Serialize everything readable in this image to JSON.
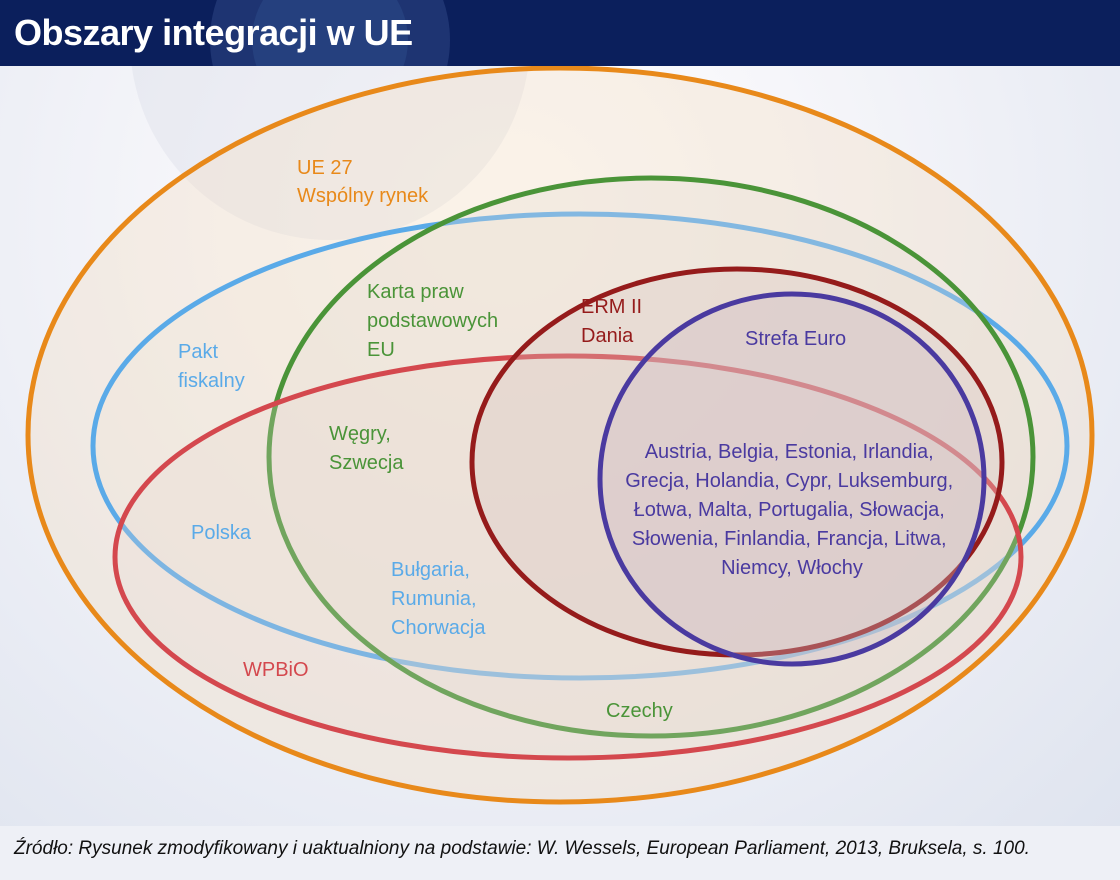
{
  "header": {
    "title": "Obszary integracji w UE"
  },
  "colors": {
    "ue27": "#e8891a",
    "pakt": "#5aaae8",
    "karta": "#4a9438",
    "wpbio": "#d4484e",
    "erm": "#951b1b",
    "euro": "#4a3aa0"
  },
  "diagram": {
    "ue27": {
      "line1": "UE 27",
      "line2": "Wspólny rynek"
    },
    "pakt": {
      "line1": "Pakt",
      "line2": "fiskalny"
    },
    "karta": {
      "line1": "Karta praw",
      "line2": "podstawowych",
      "line3": "EU"
    },
    "erm": {
      "line1": "ERM II",
      "line2": "Dania"
    },
    "euro": {
      "title": "Strefa Euro",
      "members": [
        "Austria, Belgia, Estonia, Irlandia,",
        "Grecja, Holandia, Cypr, Luksemburg,",
        "Łotwa, Malta, Portugalia, Słowacja,",
        "Słowenia, Finlandia, Francja, Litwa,",
        "Niemcy, Włochy"
      ]
    },
    "wegry": {
      "line1": "Węgry,",
      "line2": "Szwecja"
    },
    "polska": "Polska",
    "bulgaria": {
      "line1": "Bułgaria,",
      "line2": "Rumunia,",
      "line3": "Chorwacja"
    },
    "wpbio": "WPBiO",
    "czechy": "Czechy"
  },
  "footer": {
    "source": "Źródło: Rysunek zmodyfikowany i uaktualniony na podstawie: W. Wessels, European Parliament, 2013, Bruksela, s. 100."
  }
}
